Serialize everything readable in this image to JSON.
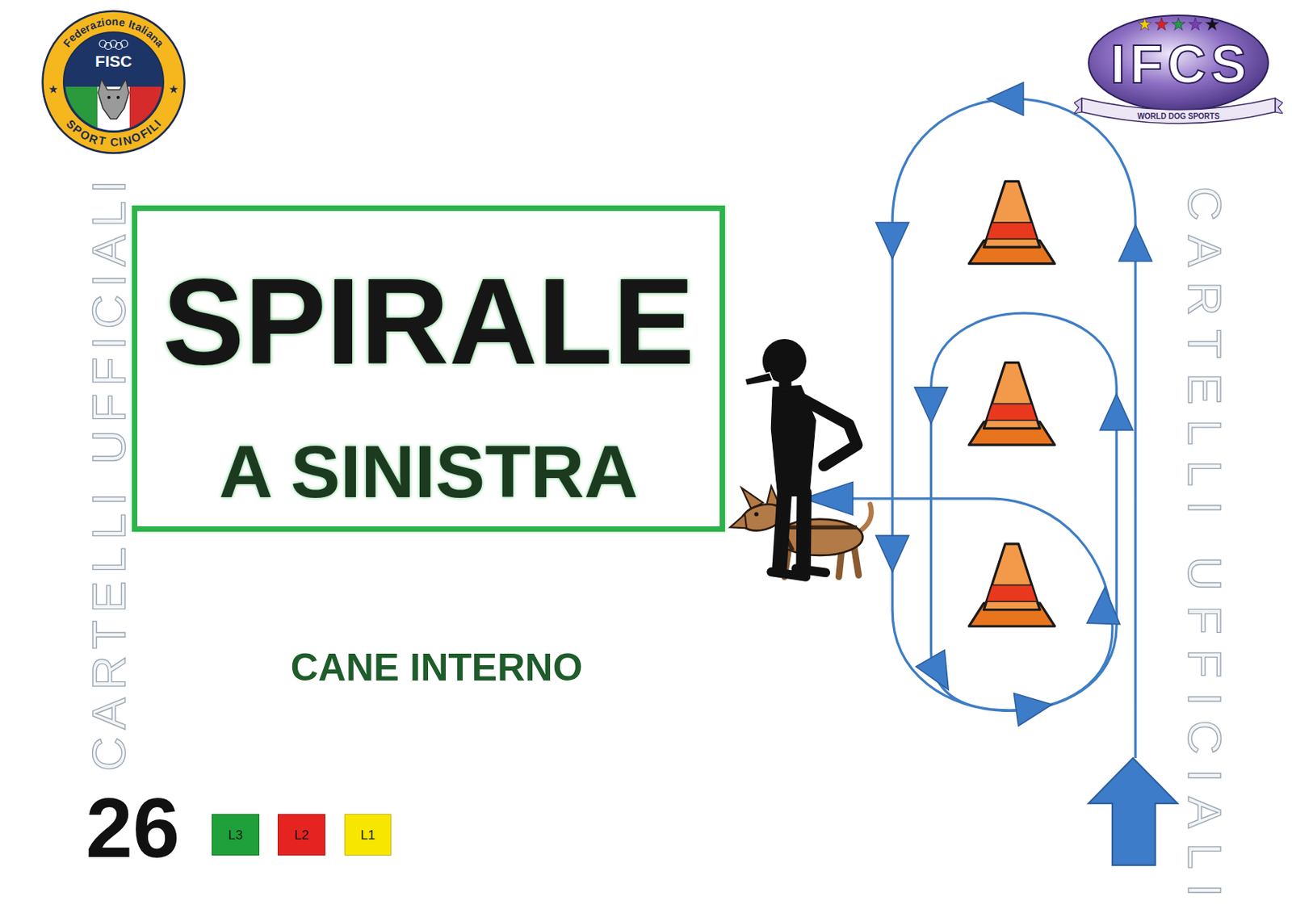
{
  "diagram": {
    "nodes": [
      {
        "text": [
          "Federazione Italiana",
          "FISC",
          "SPORT CINOFILI"
        ]
      },
      {
        "text": [
          "IFCS",
          "WORLD DOG SPORTS"
        ]
      },
      {
        "text": [
          "SPIRALE",
          "A SINISTRA"
        ]
      },
      {
        "text": [
          "L3"
        ]
      },
      {
        "text": [
          "L2"
        ]
      },
      {
        "text": [
          "L1"
        ]
      }
    ],
    "labels": [
      "CARTELLI UFFICIALI",
      "CARTELLI UFFICIALI",
      "CANE INTERNO",
      "26"
    ]
  }
}
